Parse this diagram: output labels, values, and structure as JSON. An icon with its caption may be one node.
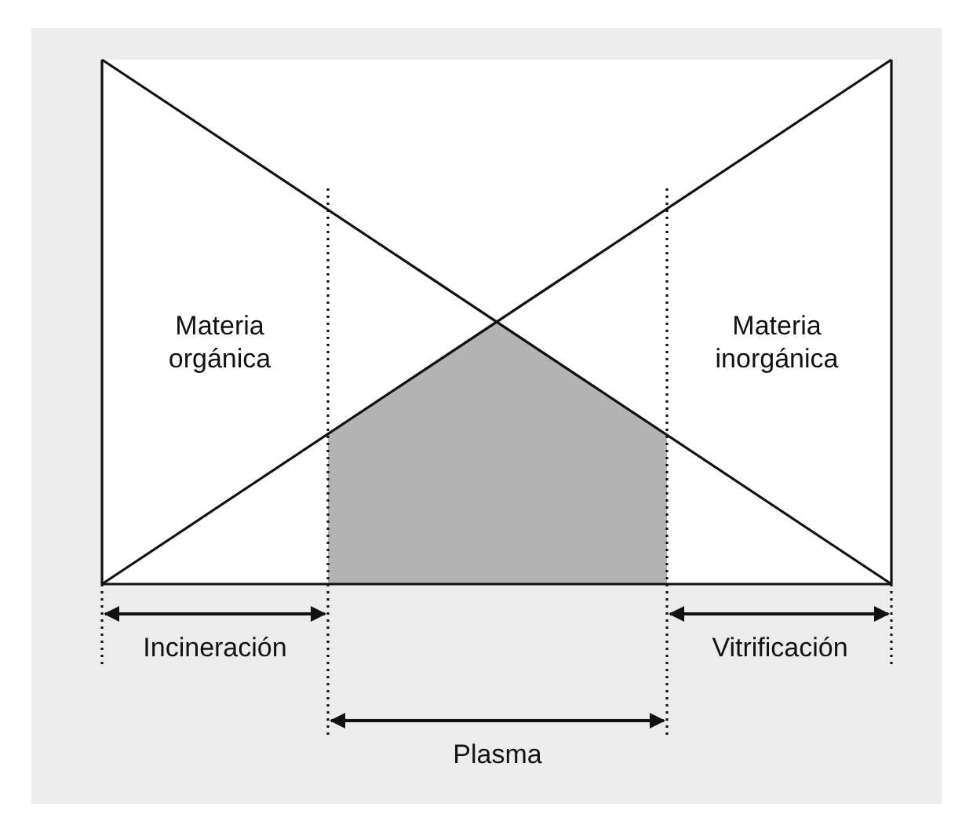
{
  "diagram": {
    "labels": [
      "Materia orgánica",
      "Materia inorgánica",
      "Incineración",
      "Vitrificación",
      "Plasma"
    ]
  }
}
